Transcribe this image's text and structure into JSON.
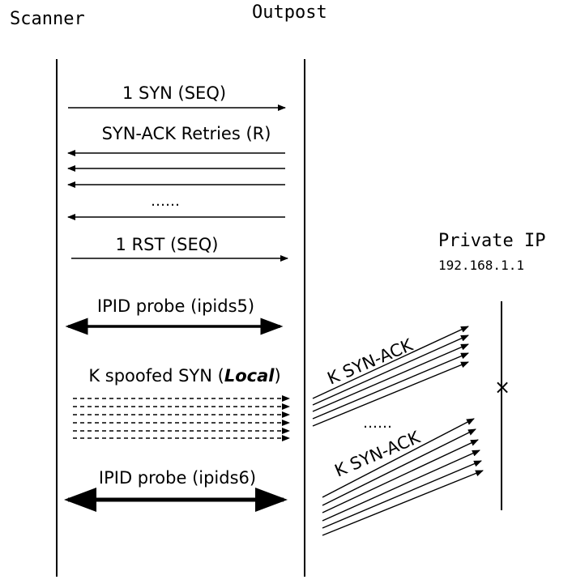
{
  "actors": {
    "scanner": "Scanner",
    "outpost": "Outpost",
    "private": "Private IP",
    "private_ip": "192.168.1.1"
  },
  "messages": {
    "syn": "1 SYN (SEQ)",
    "synack_retries": "SYN-ACK Retries (R)",
    "dots1": "……",
    "rst": "1 RST (SEQ)",
    "probe1": "IPID probe (ipids5)",
    "spoofed_prefix": "K spoofed SYN (",
    "spoofed_local": "Local",
    "spoofed_suffix": ")",
    "probe2": "IPID probe (ipids6)",
    "ksynack1": "K SYN-ACK",
    "dots2": "……",
    "ksynack2": "K SYN-ACK"
  },
  "markers": {
    "blocked": "×"
  }
}
